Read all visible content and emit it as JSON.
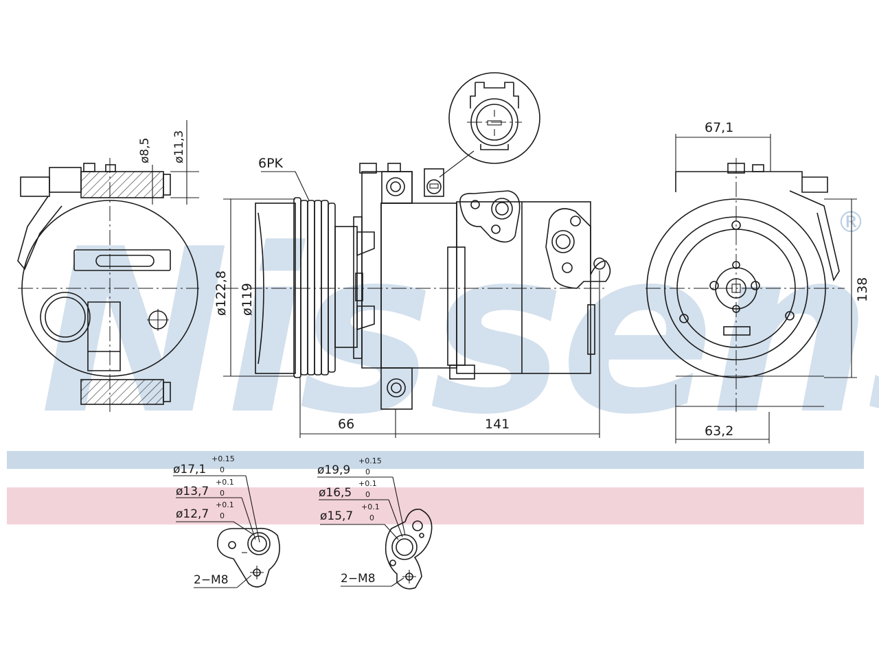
{
  "watermark": {
    "text": "Nissens",
    "registered": "®",
    "color": "#9fbcd8"
  },
  "bands": {
    "blue": "#c9d9e8",
    "red": "#f3d3da"
  },
  "connector_label": "6PK",
  "dimensions": {
    "d8_5": "ø8,5",
    "d11_3": "ø11,3",
    "d122_8": "ø122,8",
    "d119": "ø119",
    "len_66": "66",
    "len_141": "141",
    "w67_1": "67,1",
    "h138": "138",
    "w63_2": "63,2"
  },
  "fitting_left": {
    "d1": {
      "main": "ø17,1",
      "tol_upper": "+0.15",
      "tol_lower": "0"
    },
    "d2": {
      "main": "ø13,7",
      "tol_upper": "+0.1",
      "tol_lower": "0"
    },
    "d3": {
      "main": "ø12,7",
      "tol_upper": "+0.1",
      "tol_lower": "0"
    },
    "thread": "2−M8"
  },
  "fitting_right": {
    "d1": {
      "main": "ø19,9",
      "tol_upper": "+0.15",
      "tol_lower": "0"
    },
    "d2": {
      "main": "ø16,5",
      "tol_upper": "+0.1",
      "tol_lower": "0"
    },
    "d3": {
      "main": "ø15,7",
      "tol_upper": "+0.1",
      "tol_lower": "0"
    },
    "thread": "2−M8"
  }
}
